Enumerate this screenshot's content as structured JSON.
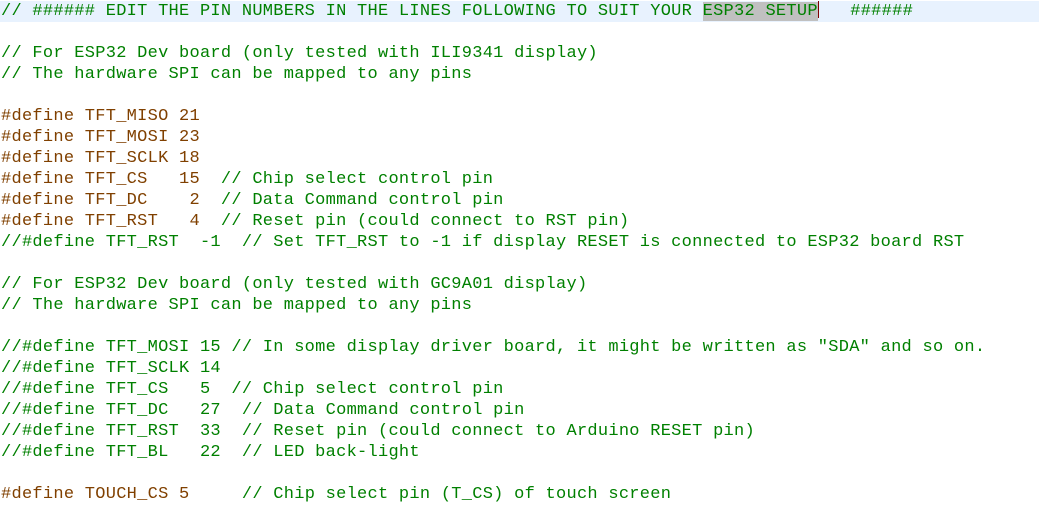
{
  "editor": {
    "colors": {
      "comment": "#008000",
      "preprocessor": "#804000",
      "current_line": "#e8f2fe",
      "selection_highlight": "#c0c0c0",
      "caret": "#800000"
    },
    "lines": {
      "l1": {
        "a": "// ###### EDIT THE PIN NUMBERS IN THE LINES FOLLOWING TO SUIT YOUR ",
        "hl": "ESP32 SETUP",
        "b": "   ######"
      },
      "l3": "// For ESP32 Dev board (only tested with ILI9341 display)",
      "l4": "// The hardware SPI can be mapped to any pins",
      "l6": "#define TFT_MISO 21",
      "l7": "#define TFT_MOSI 23",
      "l8": "#define TFT_SCLK 18",
      "l9": {
        "code": "#define TFT_CS   15  ",
        "comment": "// Chip select control pin"
      },
      "l10": {
        "code": "#define TFT_DC    2  ",
        "comment": "// Data Command control pin"
      },
      "l11": {
        "code": "#define TFT_RST   4  ",
        "comment": "// Reset pin (could connect to RST pin)"
      },
      "l12": "//#define TFT_RST  -1  // Set TFT_RST to -1 if display RESET is connected to ESP32 board RST",
      "l14": "// For ESP32 Dev board (only tested with GC9A01 display)",
      "l15": "// The hardware SPI can be mapped to any pins",
      "l17": "//#define TFT_MOSI 15 // In some display driver board, it might be written as \"SDA\" and so on.",
      "l18": "//#define TFT_SCLK 14",
      "l19": "//#define TFT_CS   5  // Chip select control pin",
      "l20": "//#define TFT_DC   27  // Data Command control pin",
      "l21": "//#define TFT_RST  33  // Reset pin (could connect to Arduino RESET pin)",
      "l22": "//#define TFT_BL   22  // LED back-light",
      "l24": {
        "code": "#define TOUCH_CS 5     ",
        "comment": "// Chip select pin (T_CS) of touch screen"
      }
    }
  }
}
